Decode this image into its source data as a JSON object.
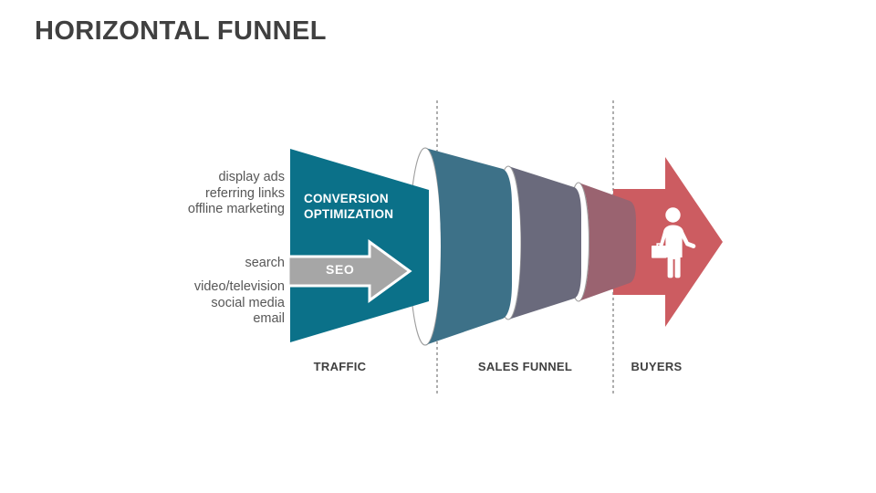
{
  "slide": {
    "title": "HORIZONTAL FUNNEL",
    "background_color": "#FFFFFF"
  },
  "colors": {
    "title_text": "#404040",
    "source_label_text": "#575757",
    "traffic_wedge": "#0B7189",
    "seo_arrow": "#A6A6A6",
    "funnel_segment_1": "#3D7188",
    "funnel_segment_2": "#6A6A7C",
    "funnel_segment_3": "#9A6370",
    "buyers_arrow": "#CC5C61",
    "rim_outline": "#9E9E9E",
    "divider": "#8C8C8C"
  },
  "traffic": {
    "sources_top": [
      "display ads",
      "referring links",
      "offline marketing"
    ],
    "sources_middle": [
      "search"
    ],
    "sources_bottom": [
      "video/television",
      "social media",
      "email"
    ],
    "wedge_label_line1": "CONVERSION",
    "wedge_label_line2": "OPTIMIZATION",
    "arrow_label": "SEO"
  },
  "stages": [
    {
      "label": "TRAFFIC"
    },
    {
      "label": "SALES FUNNEL"
    },
    {
      "label": "BUYERS"
    }
  ],
  "buyers": {
    "icon": "businessman-with-briefcase-icon"
  },
  "funnel_segments": [
    {
      "name": "segment-1",
      "color": "#3D7188"
    },
    {
      "name": "segment-2",
      "color": "#6A6A7C"
    },
    {
      "name": "segment-3",
      "color": "#9A6370"
    }
  ]
}
